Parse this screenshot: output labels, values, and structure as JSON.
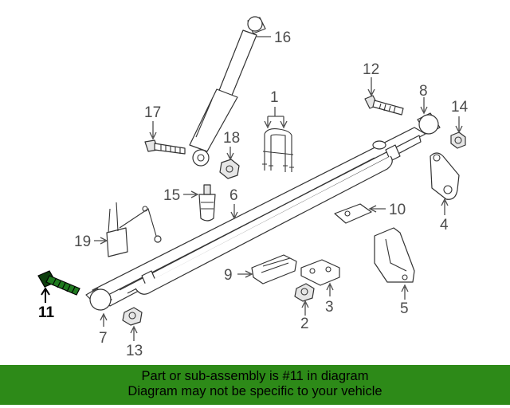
{
  "callouts": {
    "c1": "1",
    "c2": "2",
    "c3": "3",
    "c4": "4",
    "c5": "5",
    "c6": "6",
    "c7": "7",
    "c8": "8",
    "c9": "9",
    "c10": "10",
    "c11": "11",
    "c12": "12",
    "c13": "13",
    "c14": "14",
    "c15": "15",
    "c16": "16",
    "c17": "17",
    "c18": "18",
    "c19": "19"
  },
  "highlighted_part": "11",
  "footer": {
    "line1": "Part or sub-assembly is #11 in diagram",
    "line2": "Diagram may not be specific to your vehicle"
  },
  "colors": {
    "footer_bg": "#2d8a18",
    "line": "#333333",
    "label": "#4d4d4d"
  }
}
